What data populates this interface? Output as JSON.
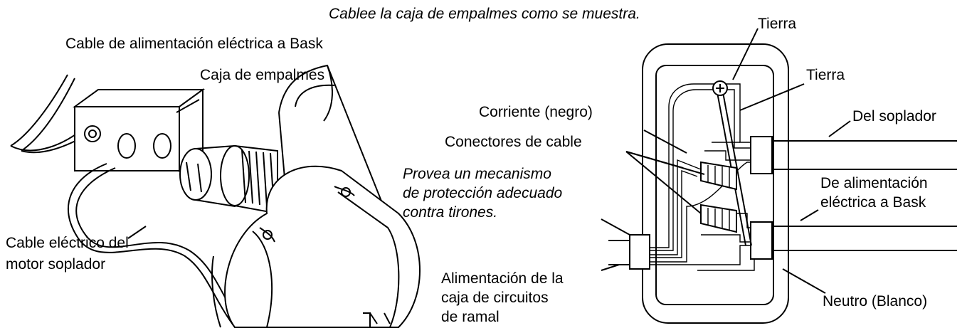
{
  "instruction": "Cablee la caja de empalmes como se muestra.",
  "left_figure": {
    "power_cable_label": "Cable de alimentación eléctrica a Bask",
    "junction_box_label": "Caja de empalmes",
    "motor_cable_label_line1": "Cable eléctrico del",
    "motor_cable_label_line2": "motor soplador"
  },
  "right_figure": {
    "ground_top": "Tierra",
    "ground_right": "Tierra",
    "hot_black": "Corriente (negro)",
    "wire_connectors": "Conectores de cable",
    "strain_relief_line1": "Provea un mecanismo",
    "strain_relief_line2": "de protección adecuado",
    "strain_relief_line3": "contra tirones.",
    "from_blower": "Del soplador",
    "power_to_bask_line1": "De alimentación",
    "power_to_bask_line2": "eléctrica a Bask",
    "branch_power_line1": "Alimentación de la",
    "branch_power_line2": "caja de circuitos",
    "branch_power_line3": "de ramal",
    "neutral_white": "Neutro (Blanco)"
  }
}
